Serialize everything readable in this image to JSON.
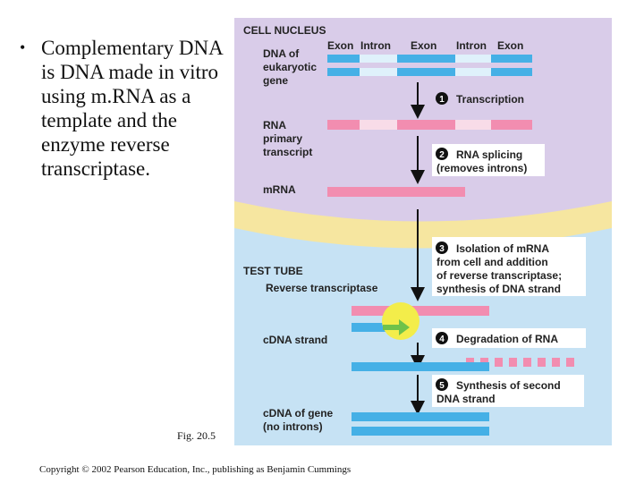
{
  "bullet": {
    "symbol": "•",
    "text": "Complementary DNA is DNA made in vitro using m.RNA as a template and the enzyme reverse transcriptase."
  },
  "figure": {
    "nucleus_label": "CELL NUCLEUS",
    "gene_header": [
      "Exon",
      "Intron",
      "Exon",
      "Intron",
      "Exon"
    ],
    "dna_label": [
      "DNA of",
      "eukaryotic",
      "gene"
    ],
    "rna_label": [
      "RNA",
      "primary",
      "transcript"
    ],
    "mrna_label": "mRNA",
    "test_tube_label": "TEST TUBE",
    "rt_label": "Reverse transcriptase",
    "cdna_strand_label": "cDNA strand",
    "cdna_gene_label": [
      "cDNA of gene",
      "(no introns)"
    ],
    "steps": [
      {
        "num": "1",
        "lines": [
          "Transcription"
        ]
      },
      {
        "num": "2",
        "lines": [
          "RNA splicing",
          "(removes introns)"
        ]
      },
      {
        "num": "3",
        "lines": [
          "Isolation of mRNA",
          "from cell and addition",
          "of reverse transcriptase;",
          "synthesis of DNA strand"
        ]
      },
      {
        "num": "4",
        "lines": [
          "Degradation of RNA"
        ]
      },
      {
        "num": "5",
        "lines": [
          "Synthesis of second",
          "DNA strand"
        ]
      }
    ],
    "colors": {
      "nucleus_bg": "#d9cce9",
      "membrane": "#f6e6a0",
      "tube_bg": "#c6e2f4",
      "exon_blue": "#45b0e6",
      "intron_blue": "#dff1fb",
      "exon_pink": "#f28db0",
      "intron_pink": "#f8dce8",
      "enzyme": "#f3ed4a",
      "arrow_green": "#6fc24a"
    }
  },
  "fig_label": "Fig. 20.5",
  "copyright": "Copyright © 2002 Pearson Education, Inc., publishing as Benjamin Cummings"
}
